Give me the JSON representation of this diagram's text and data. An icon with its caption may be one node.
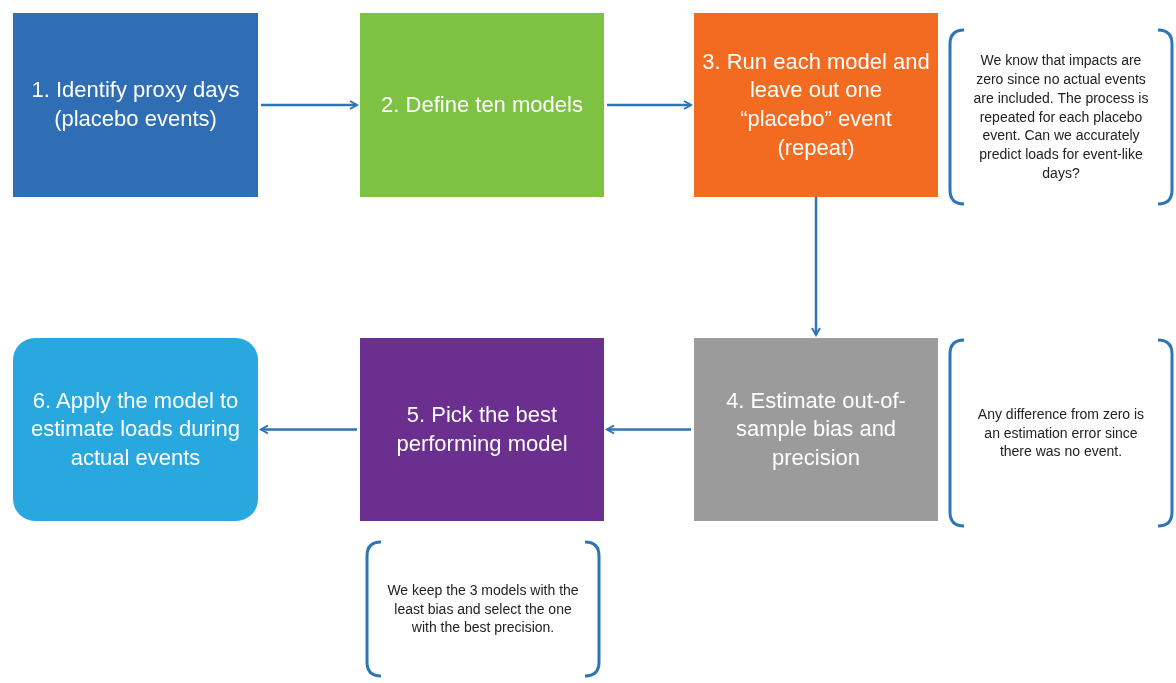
{
  "diagram": {
    "nodes": [
      {
        "text": [
          "1. Identify proxy days (placebo events)"
        ]
      },
      {
        "text": [
          "2. Define ten models"
        ]
      },
      {
        "text": [
          "3. Run each model and leave out one “placebo” event (repeat)"
        ]
      },
      {
        "text": [
          "We know that impacts are zero since no actual events are included. The process is repeated for each placebo event. Can we accurately predict loads for event-like days?"
        ]
      },
      {
        "text": [
          "6. Apply the model to estimate loads during actual events"
        ]
      },
      {
        "text": [
          "5. Pick the best performing model"
        ]
      },
      {
        "text": [
          "4. Estimate out-of-sample bias and precision"
        ]
      },
      {
        "text": [
          "Any difference from zero is an estimation error since there was no event."
        ]
      },
      {
        "text": [
          "We keep the 3 models with the least bias and select the one with the best precision."
        ]
      }
    ],
    "edges": [
      {
        "from": 0,
        "to": 1,
        "arrow": "to"
      },
      {
        "from": 1,
        "to": 2,
        "arrow": "to"
      },
      {
        "from": 2,
        "to": 6,
        "arrow": "to"
      },
      {
        "from": 6,
        "to": 5,
        "arrow": "to"
      },
      {
        "from": 5,
        "to": 4,
        "arrow": "to"
      }
    ]
  }
}
